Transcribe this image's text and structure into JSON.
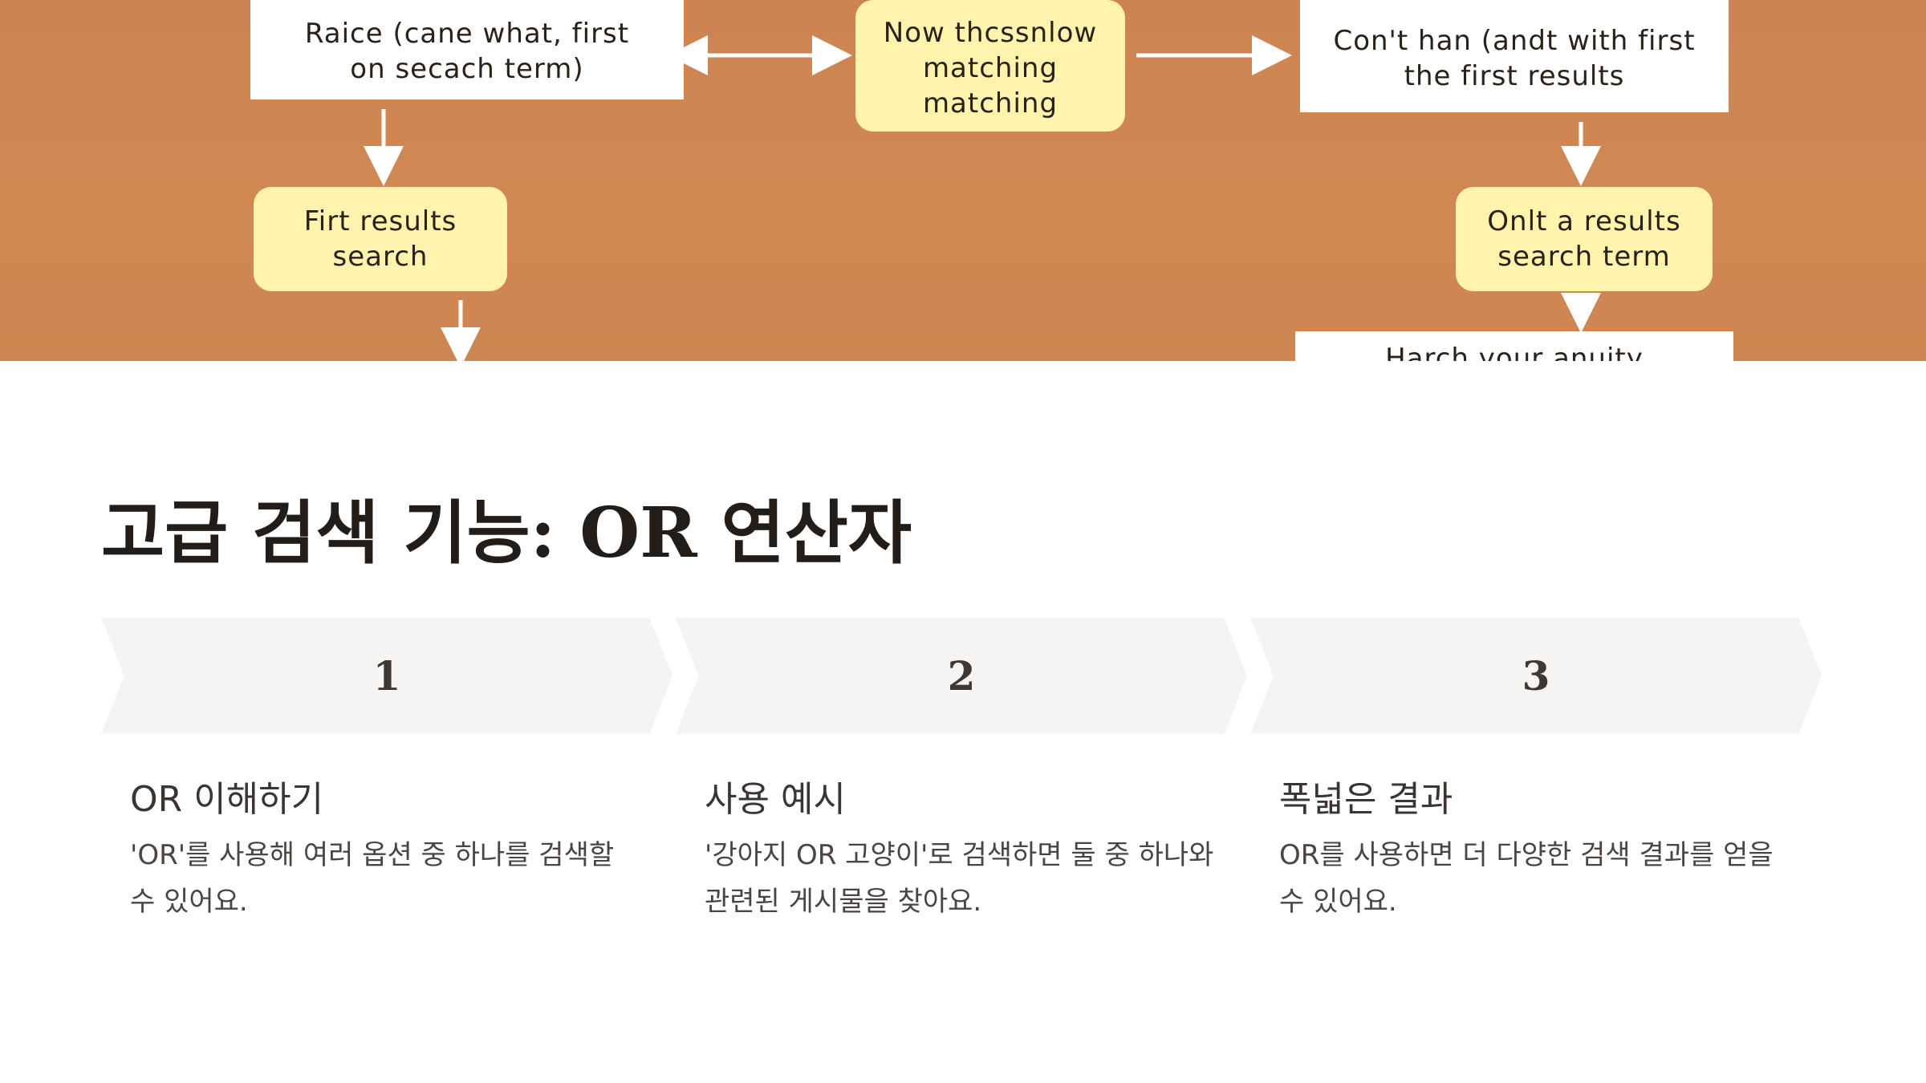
{
  "flowchart": {
    "boxes": [
      {
        "id": "box1",
        "text": "Raice (cane what, first\non secach term)"
      },
      {
        "id": "box2",
        "text": "Now thcssnlow\nmatching\nmatching"
      },
      {
        "id": "box3",
        "text": "Con't han (andt with first\nthe first results"
      },
      {
        "id": "box4",
        "text": "Firt results\nsearch"
      },
      {
        "id": "box5",
        "text": "Onlt a results\nsearch term"
      },
      {
        "id": "box6",
        "text": "Harch your anuity"
      }
    ]
  },
  "title": "고급 검색 기능: OR 연산자",
  "steps": [
    {
      "number": "1",
      "title": "OR 이해하기",
      "desc": "'OR'를 사용해 여러 옵션 중 하나를 검색할 수 있어요."
    },
    {
      "number": "2",
      "title": "사용 예시",
      "desc": "'강아지 OR 고양이'로 검색하면 둘 중 하나와 관련된 게시물을 찾아요."
    },
    {
      "number": "3",
      "title": "폭넓은 결과",
      "desc": "OR를 사용하면 더 다양한 검색 결과를 얻을 수 있어요."
    }
  ]
}
